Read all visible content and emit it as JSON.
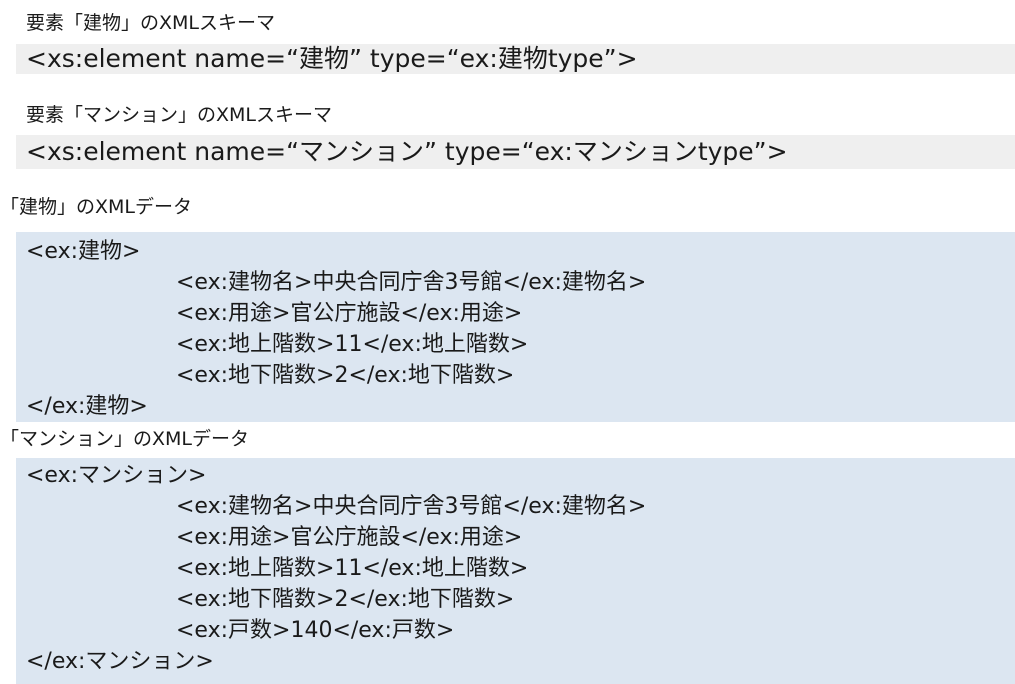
{
  "schema_building": {
    "heading": "要素「建物」のXMLスキーマ",
    "code": "<xs:element name=“建物” type=“ex:建物type”>"
  },
  "schema_mansion": {
    "heading": "要素「マンション」のXMLスキーマ",
    "code": "<xs:element name=“マンション” type=“ex:マンションtype”>"
  },
  "data_building": {
    "heading": "「建物」のXMLデータ",
    "open_tag": "<ex:建物>",
    "lines": [
      "<ex:建物名>中央合同庁舎3号館</ex:建物名>",
      "<ex:用途>官公庁施設</ex:用途>",
      "<ex:地上階数>11</ex:地上階数>",
      "<ex:地下階数>2</ex:地下階数>"
    ],
    "close_tag": "</ex:建物>"
  },
  "data_mansion": {
    "heading": "「マンション」のXMLデータ",
    "open_tag": "<ex:マンション>",
    "lines": [
      "<ex:建物名>中央合同庁舎3号館</ex:建物名>",
      "<ex:用途>官公庁施設</ex:用途>",
      "<ex:地上階数>11</ex:地上階数>",
      "<ex:地下階数>2</ex:地下階数>",
      "<ex:戸数>140</ex:戸数>"
    ],
    "close_tag": "</ex:マンション>"
  },
  "colors": {
    "schema_background": "#efefef",
    "data_background": "#dce6f1",
    "text": "#1a1a1a"
  }
}
